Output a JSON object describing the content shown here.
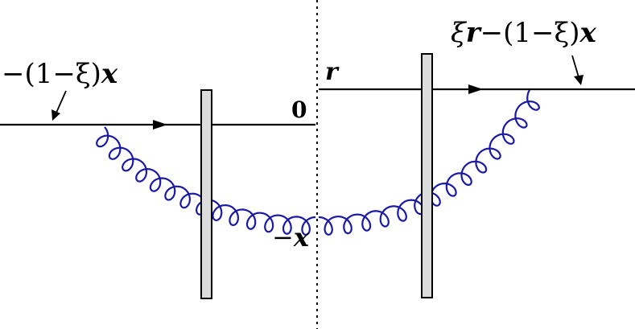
{
  "labels": {
    "left_position_prefix": "−(1−ξ)",
    "left_position_vec": "x",
    "right_position_prefix": "ξ",
    "right_position_vec1": "r",
    "right_position_mid": "−(1−ξ)",
    "right_position_vec2": "x",
    "r_label": "r",
    "origin_label": "0",
    "minus_x_prefix": "−",
    "minus_x_vec": "x"
  },
  "colors": {
    "line": "#000000",
    "gluon": "#1a1aa6",
    "shockwave_fill": "#dcdcdc",
    "shockwave_stroke": "#000000"
  }
}
